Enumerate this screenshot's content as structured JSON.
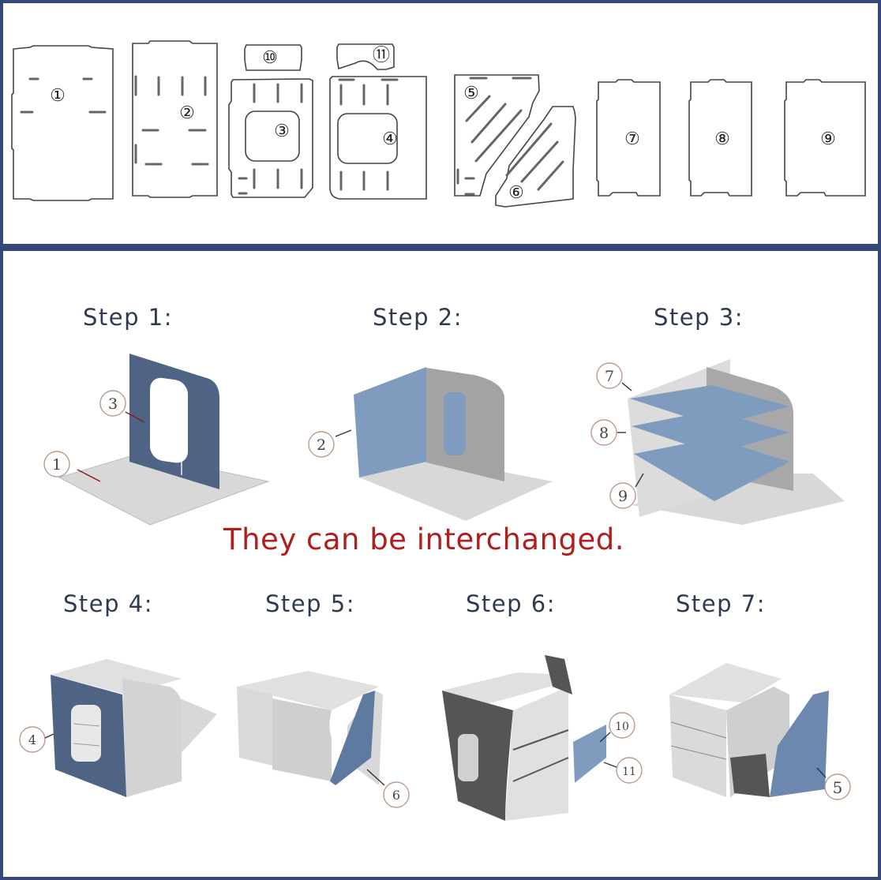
{
  "parts_sheet": {
    "title": "Parts layout",
    "parts": [
      {
        "id": "1",
        "label": "①"
      },
      {
        "id": "2",
        "label": "②"
      },
      {
        "id": "3",
        "label": "③"
      },
      {
        "id": "4",
        "label": "④"
      },
      {
        "id": "5",
        "label": "⑤"
      },
      {
        "id": "6",
        "label": "⑥"
      },
      {
        "id": "7",
        "label": "⑦"
      },
      {
        "id": "8",
        "label": "⑧"
      },
      {
        "id": "9",
        "label": "⑨"
      },
      {
        "id": "10",
        "label": "⑩"
      },
      {
        "id": "11",
        "label": "⑪"
      }
    ]
  },
  "steps": [
    {
      "title": "Step 1:",
      "callouts": [
        "1",
        "3"
      ]
    },
    {
      "title": "Step 2:",
      "callouts": [
        "2"
      ]
    },
    {
      "title": "Step 3:",
      "callouts": [
        "7",
        "8",
        "9"
      ]
    },
    {
      "title": "Step 4:",
      "callouts": [
        "4"
      ]
    },
    {
      "title": "Step 5:",
      "callouts": [
        "6"
      ]
    },
    {
      "title": "Step 6:",
      "callouts": [
        "10",
        "11"
      ]
    },
    {
      "title": "Step 7:",
      "callouts": [
        "5"
      ]
    }
  ],
  "note": "They can be interchanged.",
  "colors": {
    "frame": "#34497a",
    "highlight_dark": "#4f6484",
    "highlight_light": "#7f9bbd",
    "panel_gray": "#d6d6d6",
    "panel_mid": "#a9a9a9",
    "note_red": "#b01e1e"
  }
}
